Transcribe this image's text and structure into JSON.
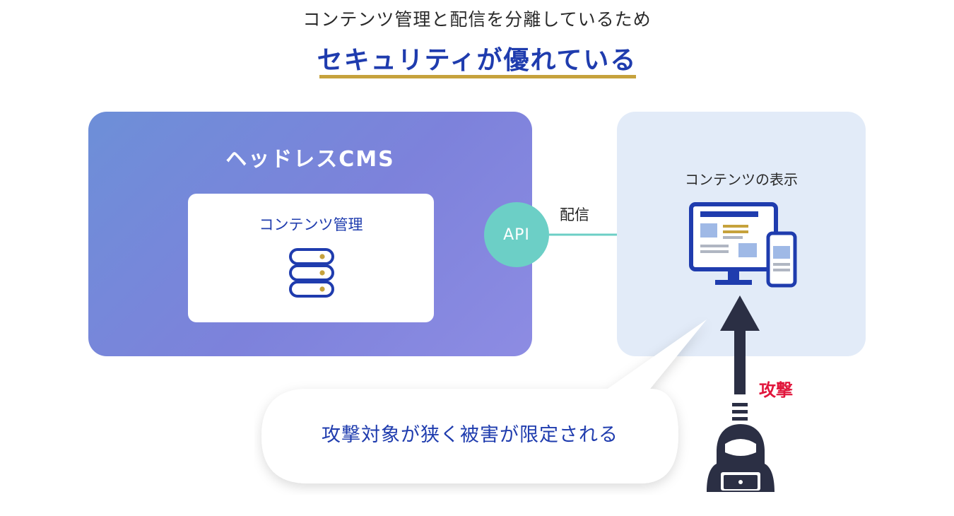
{
  "header": {
    "subtitle": "コンテンツ管理と配信を分離しているため",
    "title": "セキュリティが優れている"
  },
  "cms": {
    "title": "ヘッドレスCMS",
    "content_management_label": "コンテンツ管理",
    "icon": "database-icon"
  },
  "api": {
    "label": "API",
    "delivery_label": "配信"
  },
  "display": {
    "label": "コンテンツの表示",
    "icon": "devices-icon"
  },
  "callout": {
    "text": "攻撃対象が狭く被害が限定される"
  },
  "attack": {
    "label": "攻撃",
    "icon": "hacker-icon"
  },
  "colors": {
    "accent_blue": "#1f3cae",
    "gold": "#c6a23c",
    "teal": "#6ccfc6",
    "attack_red": "#e1163c",
    "dark_navy": "#2b2f44"
  }
}
